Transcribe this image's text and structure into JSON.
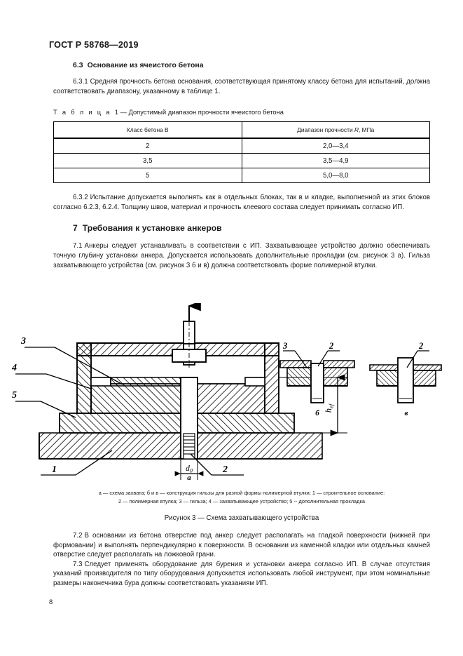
{
  "document": {
    "header": "ГОСТ Р 58768—2019",
    "page_number": "8"
  },
  "sections": {
    "s63": {
      "number": "6.3",
      "title": "Основание из ячеистого бетона"
    },
    "s631": {
      "number": "6.3.1",
      "text": "Средняя прочность бетона основания, соответствующая принятому классу бетона для испытаний, должна соответствовать диапазону, указанному в таблице 1."
    },
    "s632": {
      "number": "6.3.2",
      "text": "Испытание допускается выполнять как в отдельных блоках, так в и кладке, выполненной из этих блоков согласно 6.2.3, 6.2.4. Толщину швов, материал и прочность клеевого состава следует принимать согласно ИП."
    },
    "s7": {
      "number": "7",
      "title": "Требования к установке анкеров"
    },
    "s71": {
      "number": "7.1",
      "text": "Анкеры следует устанавливать в соответствии с ИП. Захватывающее устройство должно обеспечивать точную глубину установки анкера. Допускается использовать дополнительные прокладки (см. рисунок 3 а). Гильза захватывающего устройства (см. рисунок 3 б и в) должна соответствовать форме полимерной втулки."
    },
    "s72": {
      "number": "7.2",
      "text": "В основании из бетона отверстие под анкер следует располагать на гладкой поверхности (нижней при формовании) и выполнять перпендикулярно к поверхности. В основании из каменной кладки или отдельных камней отверстие следует располагать на ложковой грани."
    },
    "s73": {
      "number": "7.3",
      "text": "Следует применять оборудование для бурения и установки анкера согласно ИП. В случае отсутствия указаний производителя по типу оборудования допускается использовать любой инструмент, при этом номинальные размеры наконечника бура должны соответствовать указаниям ИП."
    }
  },
  "table": {
    "caption_label": "Т а б л и ц а",
    "caption_number": "1",
    "caption_dash": "—",
    "caption_text": "Допустимый диапазон прочности ячеистого бетона",
    "headers": [
      "Класс бетона В",
      "Диапазон прочности R, МПа"
    ],
    "header_2_prefix": "Диапазон прочности ",
    "header_2_var": "R",
    "header_2_suffix": ", МПа",
    "rows": [
      [
        "2",
        "2,0—3,4"
      ],
      [
        "3,5",
        "3,5—4,9"
      ],
      [
        "5",
        "5,0—8,0"
      ]
    ]
  },
  "figure": {
    "sub_labels": {
      "a": "а",
      "b": "б",
      "v": "в"
    },
    "callouts": {
      "c1": "1",
      "c2": "2",
      "c3": "3",
      "c4": "4",
      "c5": "5"
    },
    "dimensions": {
      "depth": "hef",
      "hole": "d0"
    },
    "legend_line1": "а — схема захвата; б и в —  конструкция гильзы для разной формы полимерной втулки; 1 — строительное основание:",
    "legend_line2": "2 — полимерная втулка; 3 — гильза; 4 — захватывающее устройство; 5 -- дополнительная прокладка",
    "title": "Рисунок 3 — Схема захватывающего устройства"
  }
}
